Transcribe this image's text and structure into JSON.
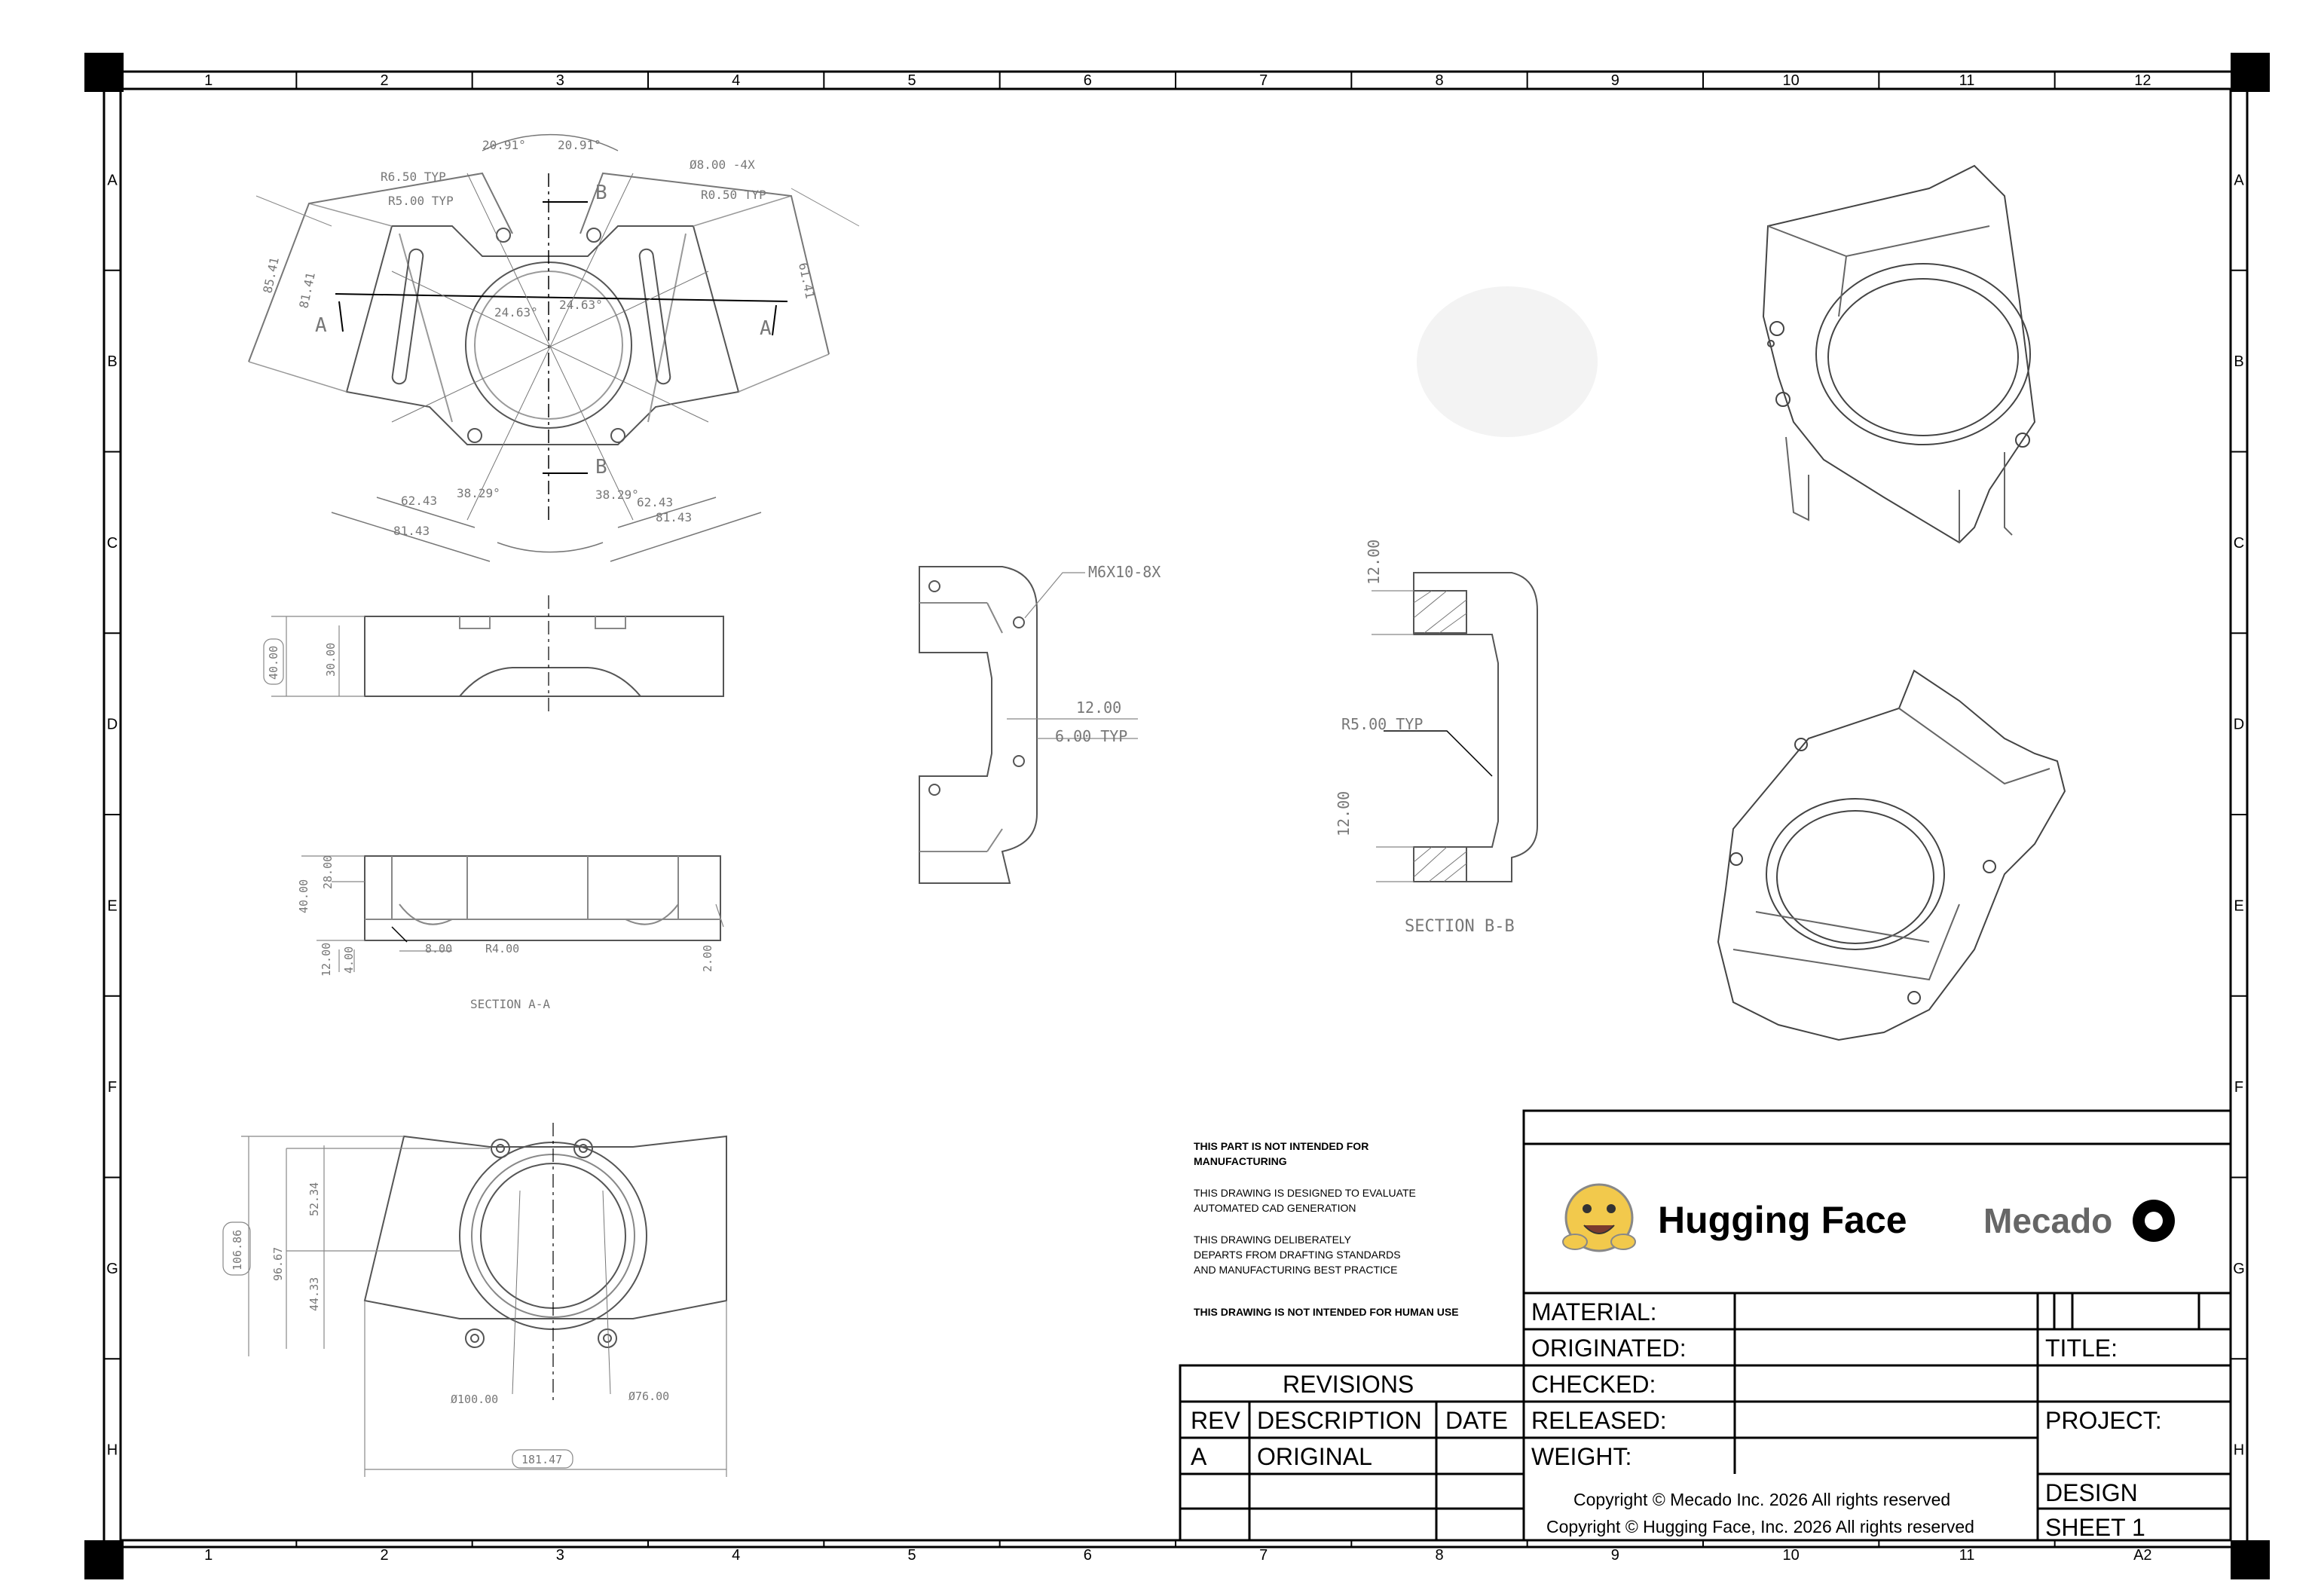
{
  "border": {
    "columns": [
      "1",
      "2",
      "3",
      "4",
      "5",
      "6",
      "7",
      "8",
      "9",
      "10",
      "11",
      "12"
    ],
    "rows": [
      "A",
      "B",
      "C",
      "D",
      "E",
      "F",
      "G",
      "H"
    ],
    "sheet_size": "A2"
  },
  "notes": {
    "line1": "THIS PART IS NOT INTENDED FOR",
    "line2": "MANUFACTURING",
    "line3": "THIS DRAWING IS DESIGNED TO EVALUATE",
    "line4": "AUTOMATED CAD GENERATION",
    "line5": "THIS DRAWING DELIBERATELY",
    "line6": "DEPARTS FROM DRAFTING STANDARDS",
    "line7": "AND MANUFACTURING BEST PRACTICE",
    "line8": "THIS DRAWING IS NOT INTENDED FOR HUMAN USE"
  },
  "title_block": {
    "logo_hf": "Hugging Face",
    "logo_mecado": "Mecado",
    "material": "MATERIAL:",
    "originated": "ORIGINATED:",
    "checked": "CHECKED:",
    "released": "RELEASED:",
    "weight": "WEIGHT:",
    "title": "TITLE:",
    "project": "PROJECT:",
    "design": "DESIGN",
    "sheet": "SHEET 1",
    "copyright1": "Copyright © Mecado Inc. 2026 All rights reserved",
    "copyright2": "Copyright © Hugging Face, Inc. 2026 All rights reserved"
  },
  "revisions": {
    "header": "REVISIONS",
    "col_rev": "REV",
    "col_desc": "DESCRIPTION",
    "col_date": "DATE",
    "rows": [
      {
        "rev": "A",
        "desc": "ORIGINAL",
        "date": ""
      }
    ]
  },
  "top_view": {
    "angle_left": "20.91°",
    "angle_right": "20.91°",
    "r_typ_1": "R6.50 TYP",
    "r_typ_2": "R5.00 TYP",
    "hole": "Ø8.00 -4X",
    "r_typ_3": "R0.50 TYP",
    "dim_left_outer": "85.41",
    "dim_left_inner": "81.41",
    "dim_right": "61.41",
    "angle_c1": "24.63°",
    "angle_c2": "24.63°",
    "sec_a": "A",
    "sec_b": "B",
    "dim_62_left": "62.43",
    "dim_62_right": "62.43",
    "dim_81_left": "81.43",
    "dim_81_right": "81.43",
    "angle_b1": "38.29°",
    "angle_b2": "38.29°"
  },
  "front_view": {
    "dim_outer": "40.00",
    "dim_inner": "30.00"
  },
  "section_aa": {
    "dim_40": "40.00",
    "dim_28": "28.00",
    "dim_12": "12.00",
    "dim_4": "4.00",
    "dim_8": "8.00",
    "r4": "R4.00",
    "dim_2": "2.00",
    "label": "SECTION A-A"
  },
  "side_view": {
    "thread": "M6X10-8X",
    "dim_12": "12.00",
    "dim_6": "6.00 TYP"
  },
  "section_bb": {
    "dim_top": "12.00",
    "r5": "R5.00 TYP",
    "dim_bottom": "12.00",
    "label": "SECTION B-B"
  },
  "bottom_view": {
    "dim_106": "106.86",
    "dim_96": "96.67",
    "dim_52": "52.34",
    "dim_44": "44.33",
    "dia_100": "Ø100.00",
    "dia_76": "Ø76.00",
    "dim_181": "181.47"
  }
}
